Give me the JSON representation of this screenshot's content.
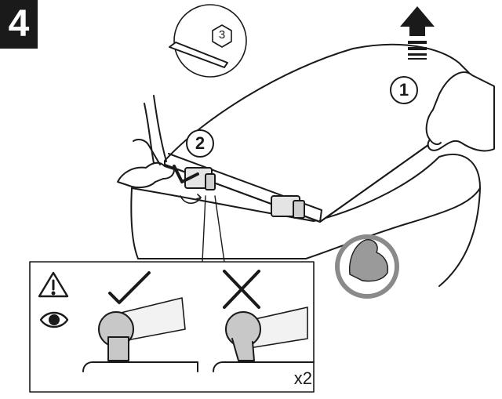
{
  "step": {
    "number": "4"
  },
  "callouts": {
    "lift": "1",
    "tighten": "2",
    "hex_key_size": "3"
  },
  "detail": {
    "quantity": "x2",
    "correct_icon": "check-mark-icon",
    "incorrect_icon": "cross-mark-icon",
    "warning_icon": "warning-triangle-icon",
    "inspect_icon": "eye-icon"
  },
  "symbols": {
    "strength_icon": "flexed-arm-icon",
    "direction_icon": "up-arrow-icon"
  },
  "colors": {
    "line": "#1a1a1a",
    "panel_fill": "#f2f2f2",
    "gray_fill": "#c8c8c8",
    "badge_fill": "#8a8a8a"
  }
}
